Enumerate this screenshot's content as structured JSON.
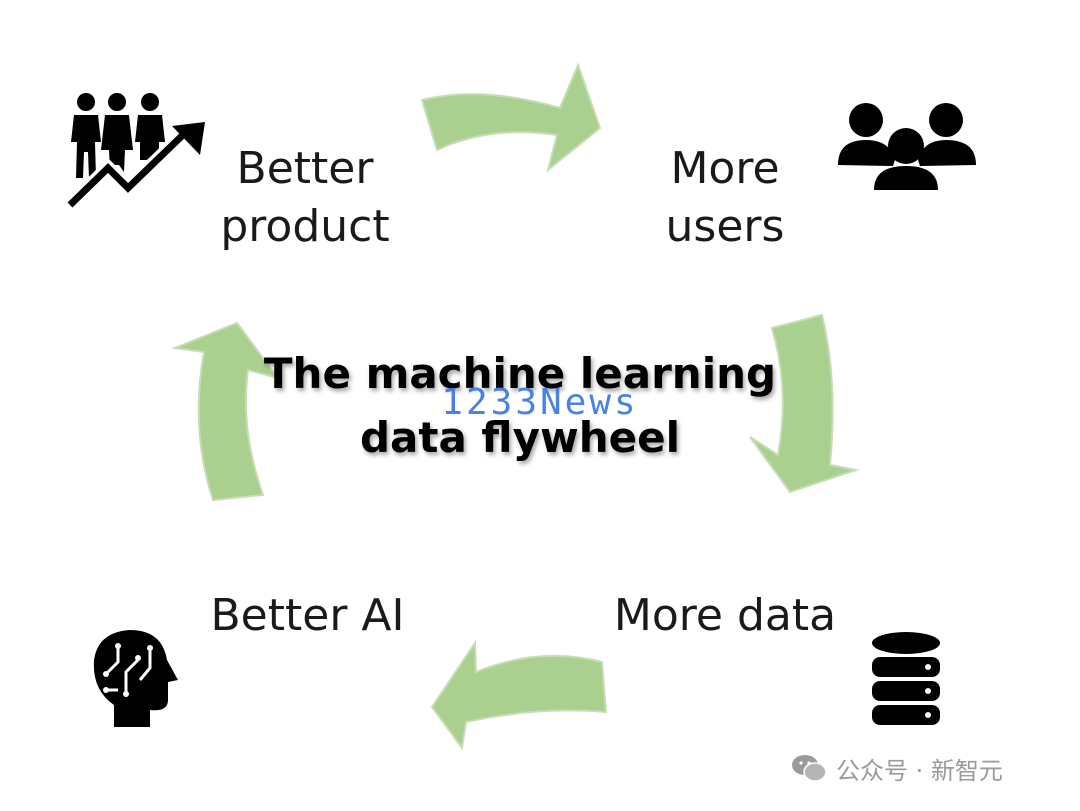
{
  "labels": {
    "better_product": "Better\nproduct",
    "more_users": "More\nusers",
    "more_data": "More data",
    "better_ai": "Better AI"
  },
  "center_title": "The machine learning\ndata flywheel",
  "watermark_text": "1233News",
  "footer": {
    "text": "公众号 · 新智元"
  },
  "colors": {
    "arrow_fill": "#a9d08e",
    "arrow_stroke": "#c8dcb6",
    "icon": "#000000",
    "watermark": "#3a78e6"
  },
  "icons": [
    "people-growth-icon",
    "user-group-icon",
    "database-icon",
    "ai-head-icon",
    "wechat-icon"
  ]
}
